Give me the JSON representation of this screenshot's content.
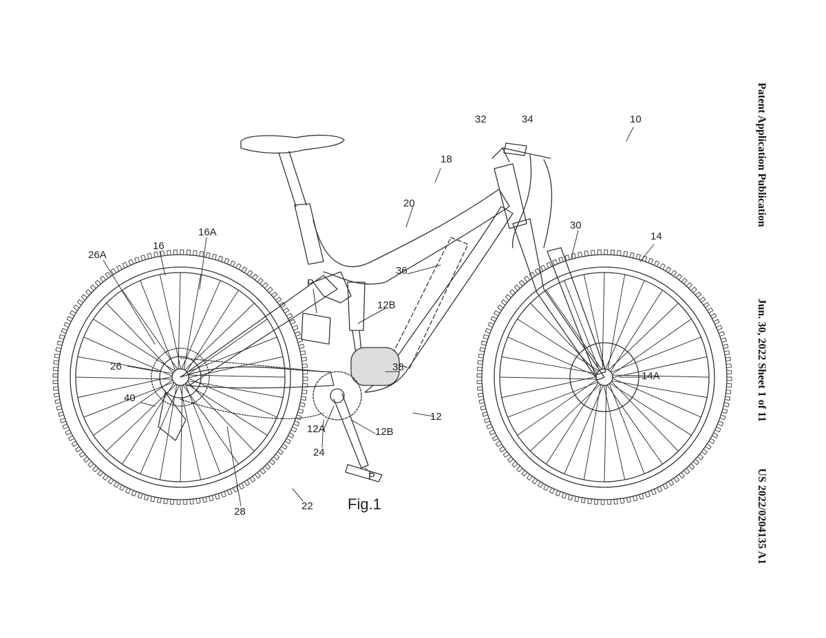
{
  "header": {
    "publication": "Patent Application Publication",
    "date_sheet": "Jun. 30, 2022  Sheet 1 of 11",
    "number": "US 2022/0204135 A1"
  },
  "figure": {
    "title": "Fig.1",
    "labels": {
      "l10": "10",
      "l12": "12",
      "l12A": "12A",
      "l12B_top": "12B",
      "l12B_bottom": "12B",
      "l14": "14",
      "l14A": "14A",
      "l16": "16",
      "l16A": "16A",
      "l18": "18",
      "l20": "20",
      "l22": "22",
      "l24": "24",
      "l26": "26",
      "l26A": "26A",
      "l28": "28",
      "l30": "30",
      "l32": "32",
      "l34": "34",
      "l36": "36",
      "l38": "38",
      "l40": "40",
      "lP_top": "P",
      "lP_bottom": "P"
    }
  }
}
